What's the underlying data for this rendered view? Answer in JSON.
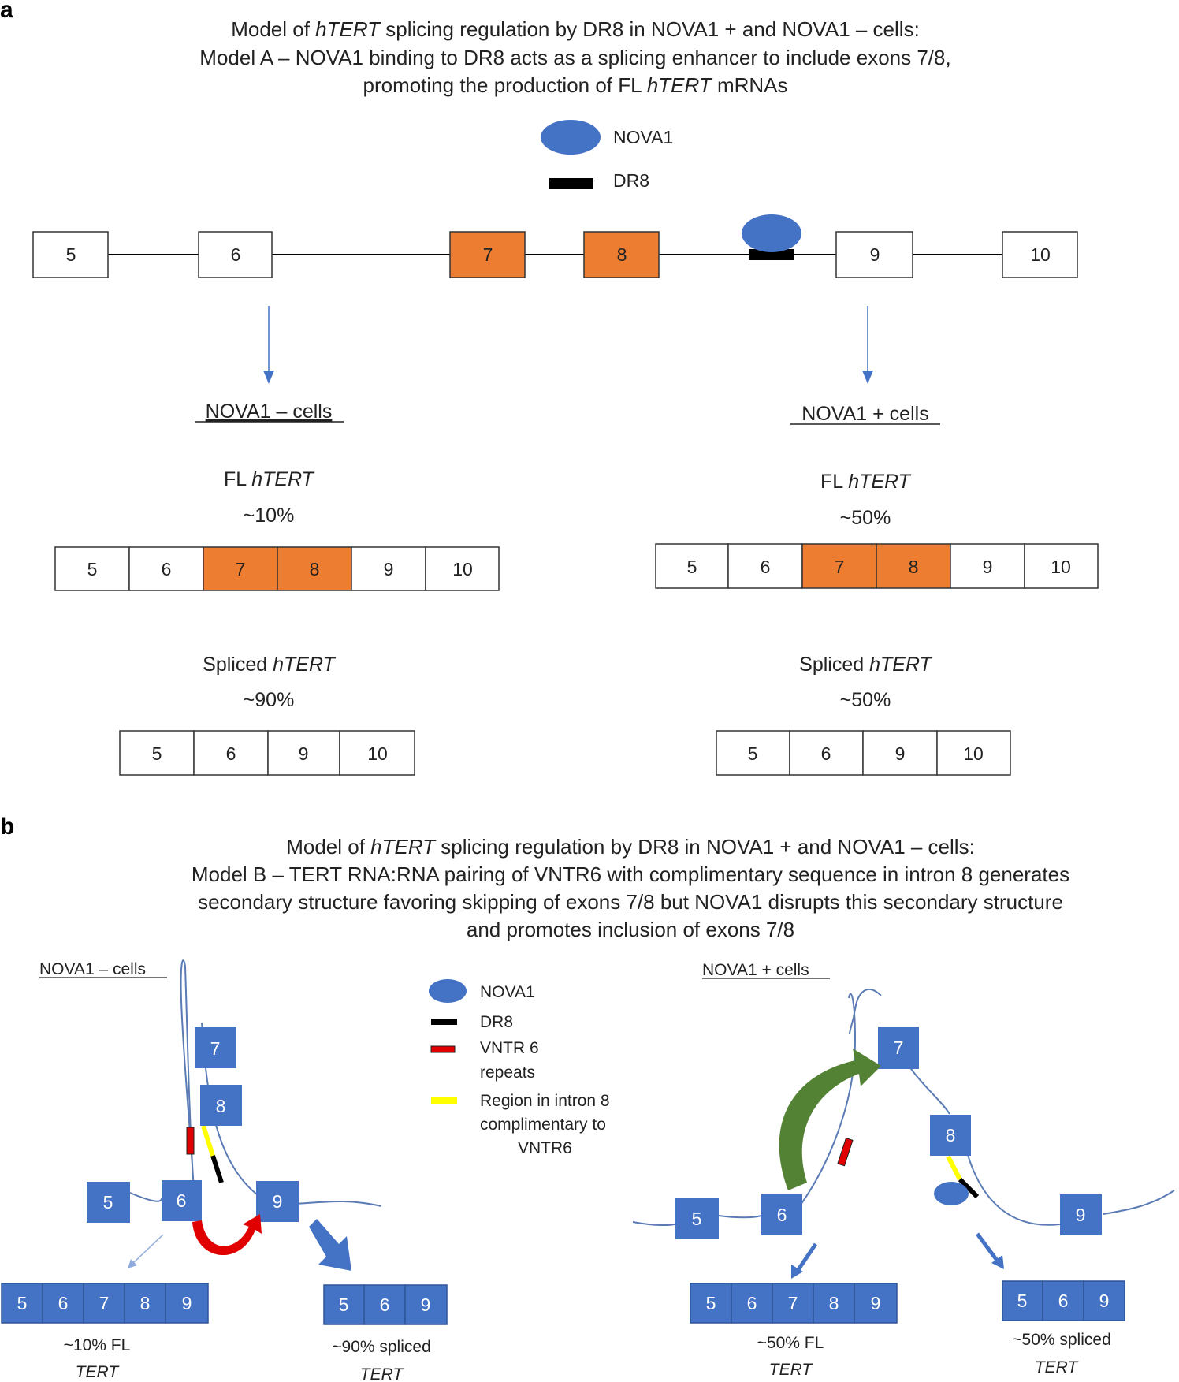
{
  "colors": {
    "orange": "#ED7D31",
    "blue": "#4472C4",
    "blue_exon": "#4472C4",
    "line": "#000000",
    "strand": "#5B7BB5",
    "red": "#E00000",
    "yellow": "#FFFF00",
    "green": "#548235"
  },
  "panel_a": {
    "label": "a",
    "title_line1_pre": "Model of ",
    "title_line1_gene": "hTERT",
    "title_line1_post": " splicing regulation by DR8 in NOVA1 + and NOVA1 – cells:",
    "title_line2": "Model A – NOVA1 binding to DR8 acts as a splicing enhancer to include exons 7/8,",
    "title_line3_pre": "promoting the production of FL ",
    "title_line3_gene": "hTERT",
    "title_line3_post": " mRNAs",
    "legend_nova1": "NOVA1",
    "legend_dr8": "DR8",
    "gene_exons": [
      "5",
      "6",
      "7",
      "8",
      "9",
      "10"
    ],
    "left": {
      "heading": "NOVA1 – cells",
      "fl_pre": "FL ",
      "fl_gene": "hTERT",
      "fl_pct": "~10%",
      "fl_exons": [
        "5",
        "6",
        "7",
        "8",
        "9",
        "10"
      ],
      "sp_pre": "Spliced ",
      "sp_gene": "hTERT",
      "sp_pct": "~90%",
      "sp_exons": [
        "5",
        "6",
        "9",
        "10"
      ]
    },
    "right": {
      "heading": "NOVA1 + cells",
      "fl_pre": "FL ",
      "fl_gene": "hTERT",
      "fl_pct": "~50%",
      "fl_exons": [
        "5",
        "6",
        "7",
        "8",
        "9",
        "10"
      ],
      "sp_pre": "Spliced ",
      "sp_gene": "hTERT",
      "sp_pct": "~50%",
      "sp_exons": [
        "5",
        "6",
        "9",
        "10"
      ]
    }
  },
  "panel_b": {
    "label": "b",
    "title_line1_pre": "Model  of ",
    "title_line1_gene": "hTERT",
    "title_line1_post": " splicing regulation by DR8 in NOVA1 + and NOVA1 – cells:",
    "title_line2": "Model B – TERT RNA:RNA pairing of VNTR6 with complimentary sequence in intron 8 generates",
    "title_line3": "secondary structure favoring skipping of exons 7/8 but NOVA1 disrupts this secondary structure",
    "title_line4": "and promotes inclusion of exons 7/8",
    "legend": {
      "nova1": "NOVA1",
      "dr8": "DR8",
      "vntr_l1": "VNTR 6",
      "vntr_l2": "repeats",
      "region_l1": "Region in intron 8",
      "region_l2": "complimentary to",
      "region_l3": "VNTR6"
    },
    "left": {
      "heading": "NOVA1 – cells",
      "exons": [
        "7",
        "8",
        "5",
        "6",
        "9"
      ],
      "fl_exons": [
        "5",
        "6",
        "7",
        "8",
        "9"
      ],
      "sp_exons": [
        "5",
        "6",
        "9"
      ],
      "fl_label": "~10% FL",
      "fl_gene": "TERT",
      "sp_label": "~90% spliced",
      "sp_gene": "TERT"
    },
    "right": {
      "heading": "NOVA1 + cells",
      "exons": [
        "7",
        "8",
        "5",
        "6",
        "9"
      ],
      "fl_exons": [
        "5",
        "6",
        "7",
        "8",
        "9"
      ],
      "sp_exons": [
        "5",
        "6",
        "9"
      ],
      "fl_label": "~50% FL",
      "fl_gene": "TERT",
      "sp_label": "~50% spliced",
      "sp_gene": "TERT"
    }
  }
}
